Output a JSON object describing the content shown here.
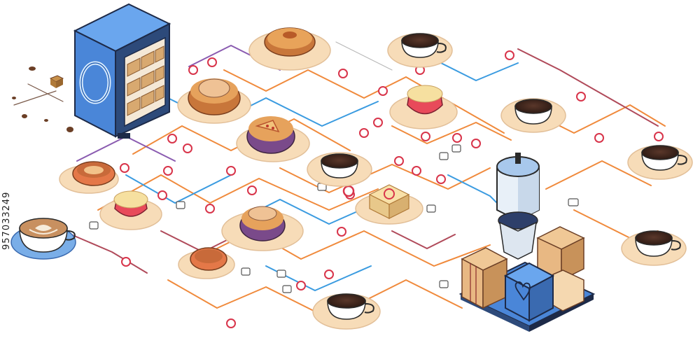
{
  "image": {
    "description_tokens": [
      "isometric",
      "coffee-shop",
      "supply-network"
    ],
    "side_text": "957033249",
    "palette": {
      "background": "#ffffff",
      "line_orange": "#f08a3c",
      "line_blue": "#3a9be0",
      "line_purple": "#8a5bb0",
      "node_red": "#d8344a",
      "plate": "#f7dcb8",
      "cabinet_blue": "#4a86d8",
      "box_kraft": "#e8b883",
      "coffee": "#3b241c"
    }
  }
}
